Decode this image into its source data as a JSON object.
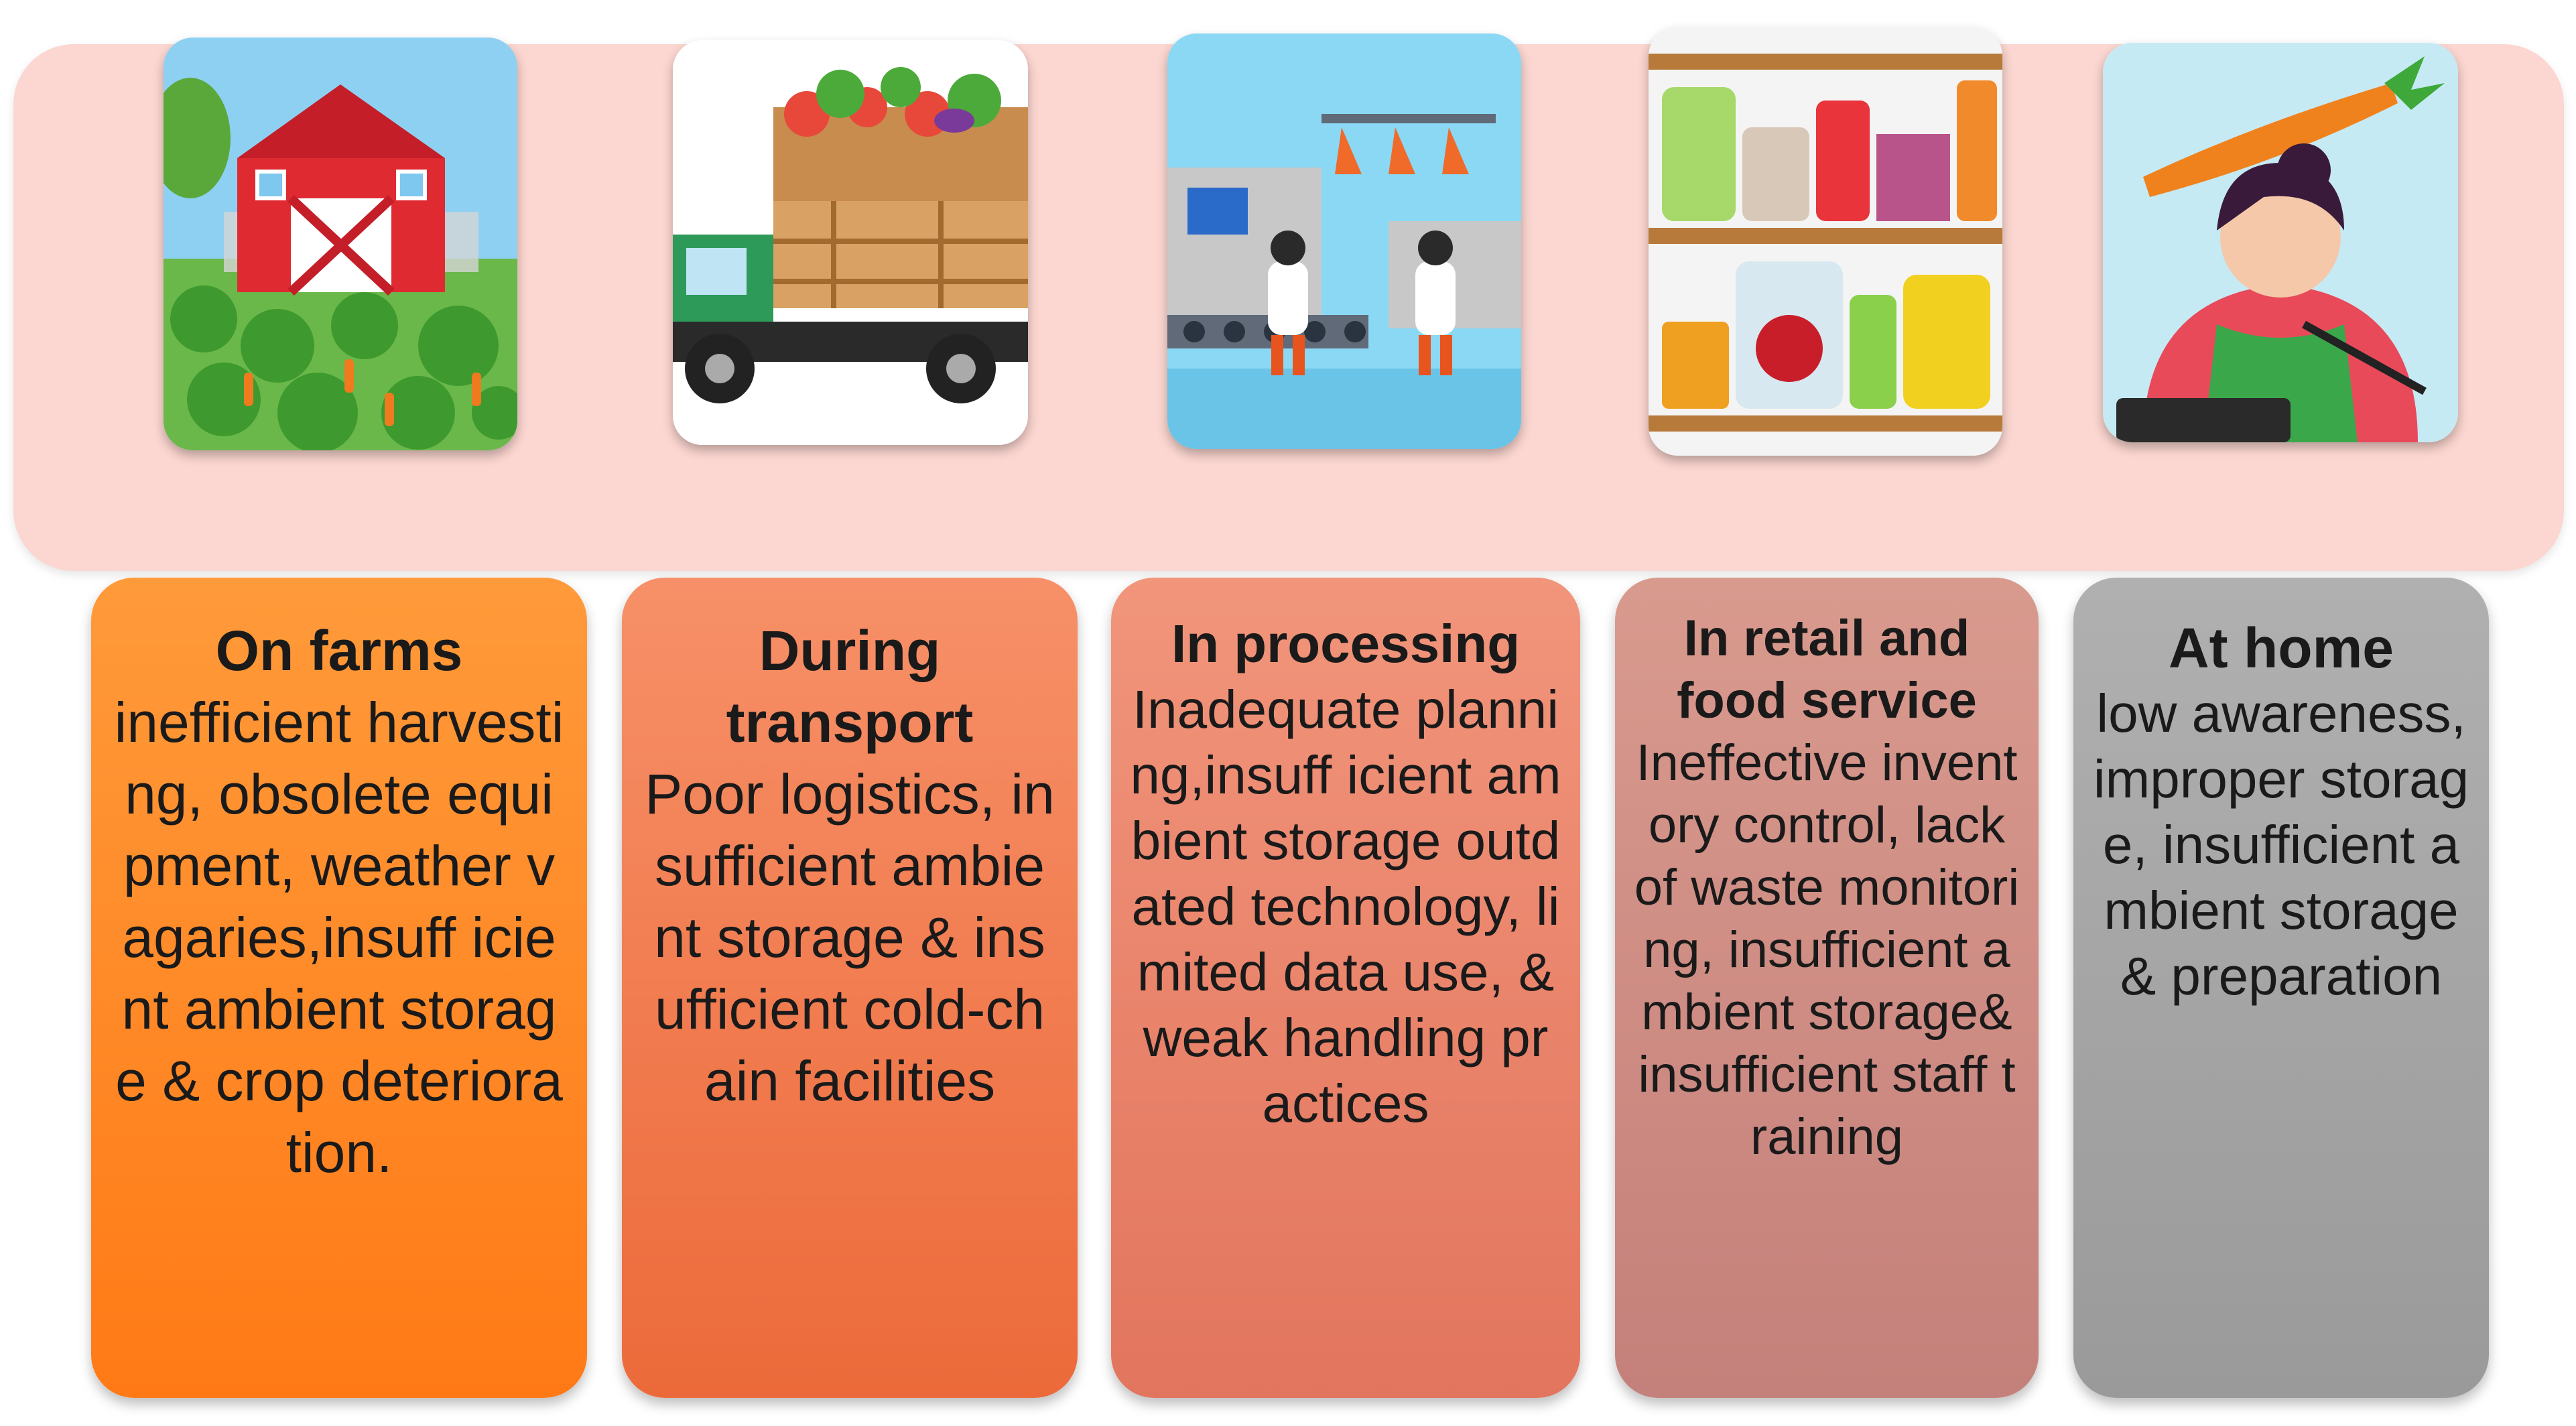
{
  "stages": [
    {
      "title": "On farms",
      "body": "inefficient harvesting, obsolete equipment, weather vagaries,insuff icient ambient storage & crop deterioration.",
      "image_icon": "farm-barn-icon",
      "color": "#ff8424"
    },
    {
      "title": "During transport",
      "body": "Poor logistics, insufficient ambient storage & insufficient cold-chain facilities",
      "image_icon": "truck-icon",
      "color": "#f07848"
    },
    {
      "title": "In processing",
      "body": "Inadequate planning,insuff icient ambient storage outdated technology, limited data use, & weak handling practices",
      "image_icon": "factory-icon",
      "color": "#e8846a"
    },
    {
      "title": "In retail and food service",
      "body": "Ineffective inventory control, lack of waste monitoring, insufficient ambient storage& insufficient staff training",
      "image_icon": "pantry-shelf-icon",
      "color": "#cc8a82"
    },
    {
      "title": "At home",
      "body": "low awareness, improper storage, insufficient ambient storage & preparation",
      "image_icon": "home-cook-icon",
      "color": "#a5a5a5"
    }
  ]
}
